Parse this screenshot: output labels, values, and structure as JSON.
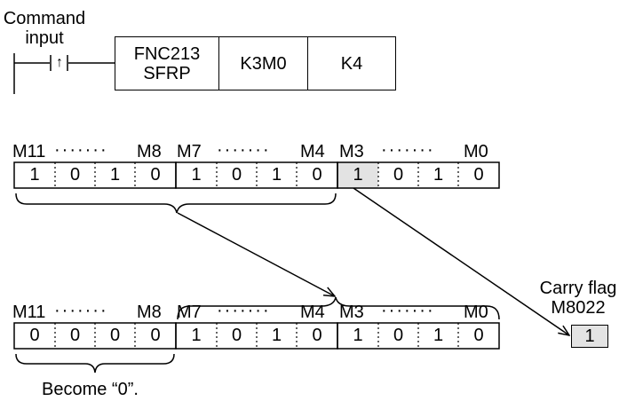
{
  "instruction": {
    "trigger_label": "Command\ninput",
    "contact_symbol": "↑",
    "fnc_label": "FNC213\nSFRP",
    "operand1": "K3M0",
    "operand2": "K4"
  },
  "before": {
    "header": {
      "g1_left": "M11",
      "g1_right": "M8",
      "g2_left": "M7",
      "g2_right": "M4",
      "g3_left": "M3",
      "g3_right": "M0"
    },
    "bits": [
      "1",
      "0",
      "1",
      "0",
      "1",
      "0",
      "1",
      "0",
      "1",
      "0",
      "1",
      "0"
    ]
  },
  "after": {
    "header": {
      "g1_left": "M11",
      "g1_right": "M8",
      "g2_left": "M7",
      "g2_right": "M4",
      "g3_left": "M3",
      "g3_right": "M0"
    },
    "bits": [
      "0",
      "0",
      "0",
      "0",
      "1",
      "0",
      "1",
      "0",
      "1",
      "0",
      "1",
      "0"
    ]
  },
  "carry": {
    "label": "Carry flag\nM8022",
    "value": "1"
  },
  "note": "Become “0”.",
  "colors": {
    "highlight": "#e3e3e3",
    "line": "#000000"
  }
}
